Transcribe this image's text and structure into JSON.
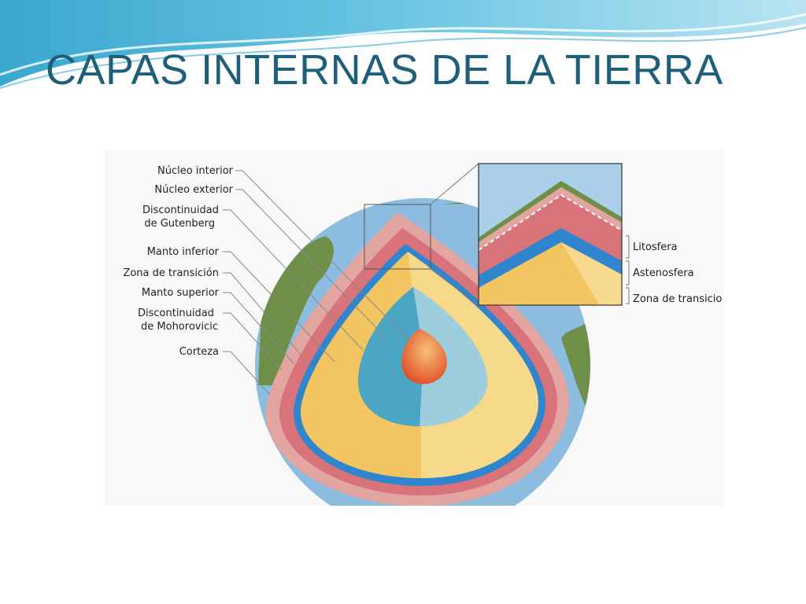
{
  "slide": {
    "title": "CAPAS INTERNAS DE LA TIERRA"
  },
  "diagram": {
    "labels": {
      "nucleo_interior": "Núcleo interior",
      "nucleo_exterior": "Núcleo exterior",
      "gutenberg_1": "Discontinuidad",
      "gutenberg_2": "de Gutenberg",
      "manto_inferior": "Manto inferior",
      "zona_transicion": "Zona de transición",
      "manto_superior": "Manto superior",
      "mohorovicic_1": "Discontinuidad",
      "mohorovicic_2": "de Mohorovicic",
      "corteza": "Corteza"
    },
    "inset_labels": {
      "litosfera": "Litosfera",
      "astenosfera": "Astenosfera",
      "zona_transicion": "Zona de transicio"
    }
  },
  "colors": {
    "title": "#1f5f7a",
    "ocean": "#8cbde0",
    "land": "#6f8f48",
    "crust": "#e3a5a0",
    "upper_mantle": "#d9737a",
    "transition": "#2f86cf",
    "lower_mantle": "#f3c560",
    "outer_core": "#4aa6c2",
    "inner_core": "#e7773f"
  }
}
